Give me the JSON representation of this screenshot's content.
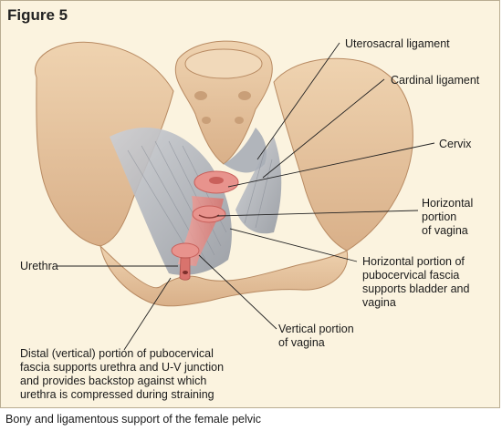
{
  "figure_title": "Figure 5",
  "labels": {
    "uterosacral": "Uterosacral ligament",
    "cardinal": "Cardinal ligament",
    "cervix": "Cervix",
    "horizontal_vagina_1": "Horizontal",
    "horizontal_vagina_2": "portion",
    "horizontal_vagina_3": "of vagina",
    "pubocervical_1": "Horizontal portion of",
    "pubocervical_2": "pubocervical fascia",
    "pubocervical_3": "supports bladder and",
    "pubocervical_4": "vagina",
    "urethra": "Urethra",
    "vertical_vagina_1": "Vertical portion",
    "vertical_vagina_2": "of vagina",
    "distal_1": "Distal (vertical) portion of pubocervical",
    "distal_2": "fascia supports urethra and U-V junction",
    "distal_3": "and provides backstop against which",
    "distal_4": "urethra is compressed during straining"
  },
  "caption": "Bony and ligamentous support of the female pelvic",
  "colors": {
    "background": "#fbf3df",
    "bone": "#e9c9a3",
    "bone_shadow": "#c99f78",
    "ligament": "#b5b9c0",
    "organ": "#e8938d",
    "organ_dark": "#c9605b"
  }
}
